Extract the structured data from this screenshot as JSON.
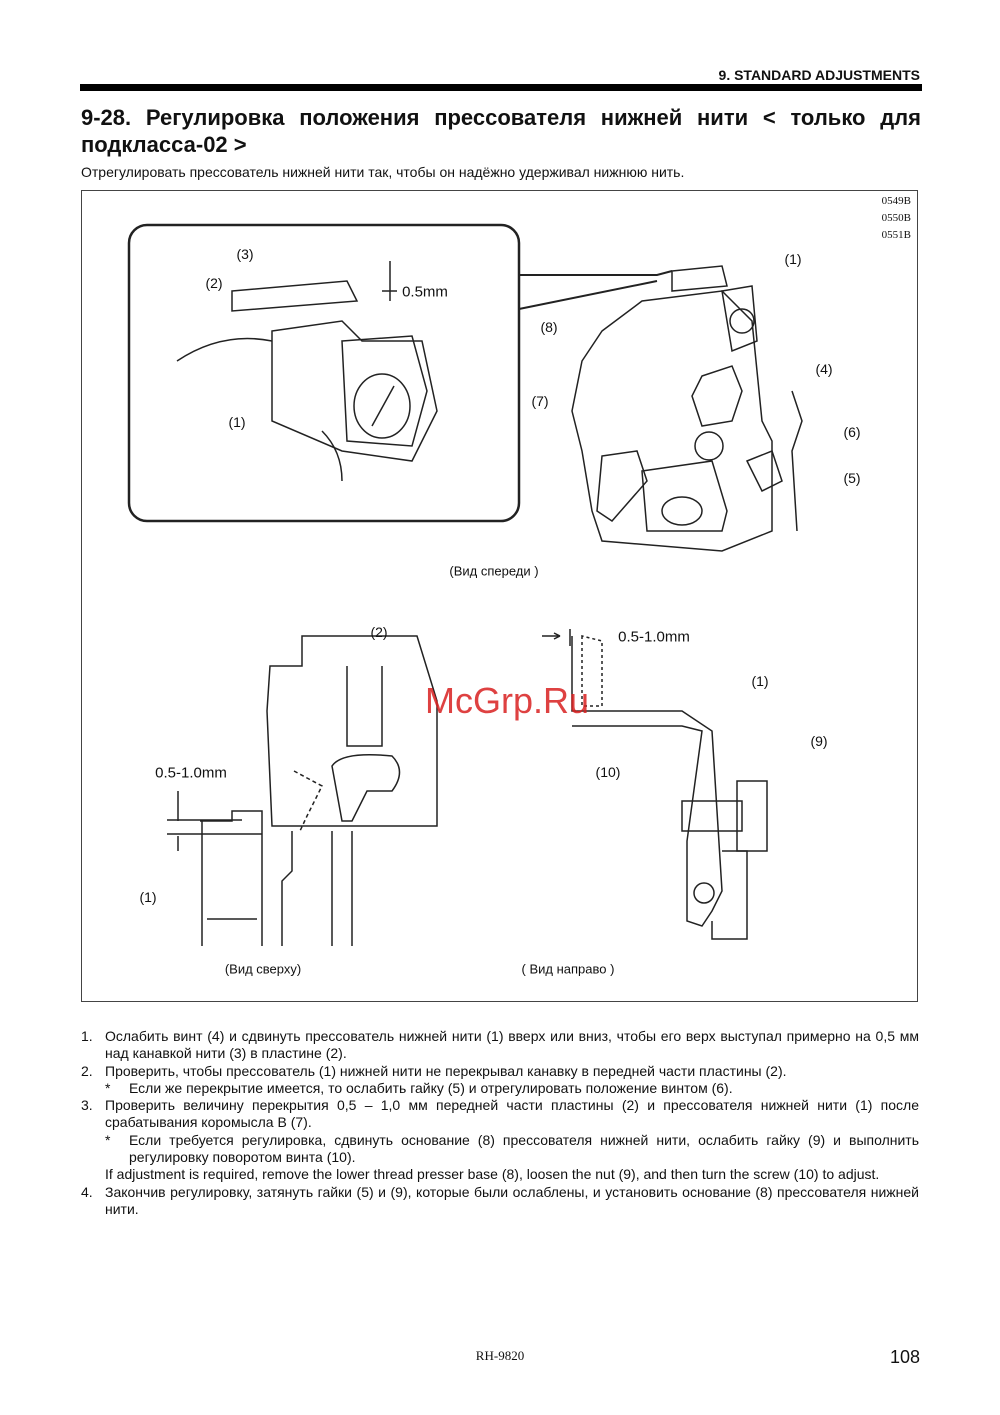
{
  "header": {
    "section": "9. STANDARD ADJUSTMENTS"
  },
  "title": "9-28. Регулировка положения прессователя нижней нити < только для подкласса-02 >",
  "intro": "Отрегулировать  прессователь нижней нити так, чтобы он надёжно удерживал нижнюю нить.",
  "figure": {
    "codes": [
      "0549B",
      "0550B",
      "0551B"
    ],
    "labels": {
      "l3": "(3)",
      "l2a": "(2)",
      "mm05": "0.5mm",
      "l1a": "(1)",
      "l1b": "(1)",
      "l8": "(8)",
      "l4": "(4)",
      "l7": "(7)",
      "l6": "(6)",
      "l5": "(5)",
      "l2b": "(2)",
      "mm0510a": "0.5-1.0mm",
      "l1c": "(1)",
      "l9": "(9)",
      "mm0510b": "0.5-1.0mm",
      "l10": "(10)",
      "l1d": "(1)"
    },
    "captions": {
      "front": "(Вид спереди )",
      "top": "(Вид сверху)",
      "right": "( Вид направо )"
    },
    "watermark": "McGrp.Ru"
  },
  "steps": [
    {
      "num": "1.",
      "text": "Ослабить винт (4) и сдвинуть прессователь нижней нити (1) вверх или вниз, чтобы его верх выступал примерно на 0,5 мм над канавкой нити (3) в пластине (2)."
    },
    {
      "num": "2.",
      "text": "Проверить, чтобы прессователь (1) нижней нити не перекрывал канавку в передней части пластины (2).",
      "note": "Если же перекрытие имеется, то ослабить гайку (5) и отрегулировать положение винтом (6)."
    },
    {
      "num": "3.",
      "text": "Проверить величину перекрытия 0,5 – 1,0 мм передней части пластины (2) и прессователя нижней нити (1) после срабатывания коромысла B (7).",
      "note": "Если требуется регулировка, сдвинуть основание (8) прессователя нижней нити, ослабить гайку (9) и выполнить регулировку поворотом винта (10).",
      "en": "If adjustment is required, remove the lower thread presser base (8), loosen the nut (9), and then turn the screw (10) to adjust."
    },
    {
      "num": "4.",
      "text": "Закончив регулировку, затянуть гайки (5) и (9), которые были ослаблены, и установить основание (8) прессователя нижней нити."
    }
  ],
  "star": "*",
  "footer": {
    "model": "RH-9820",
    "page": "108"
  }
}
